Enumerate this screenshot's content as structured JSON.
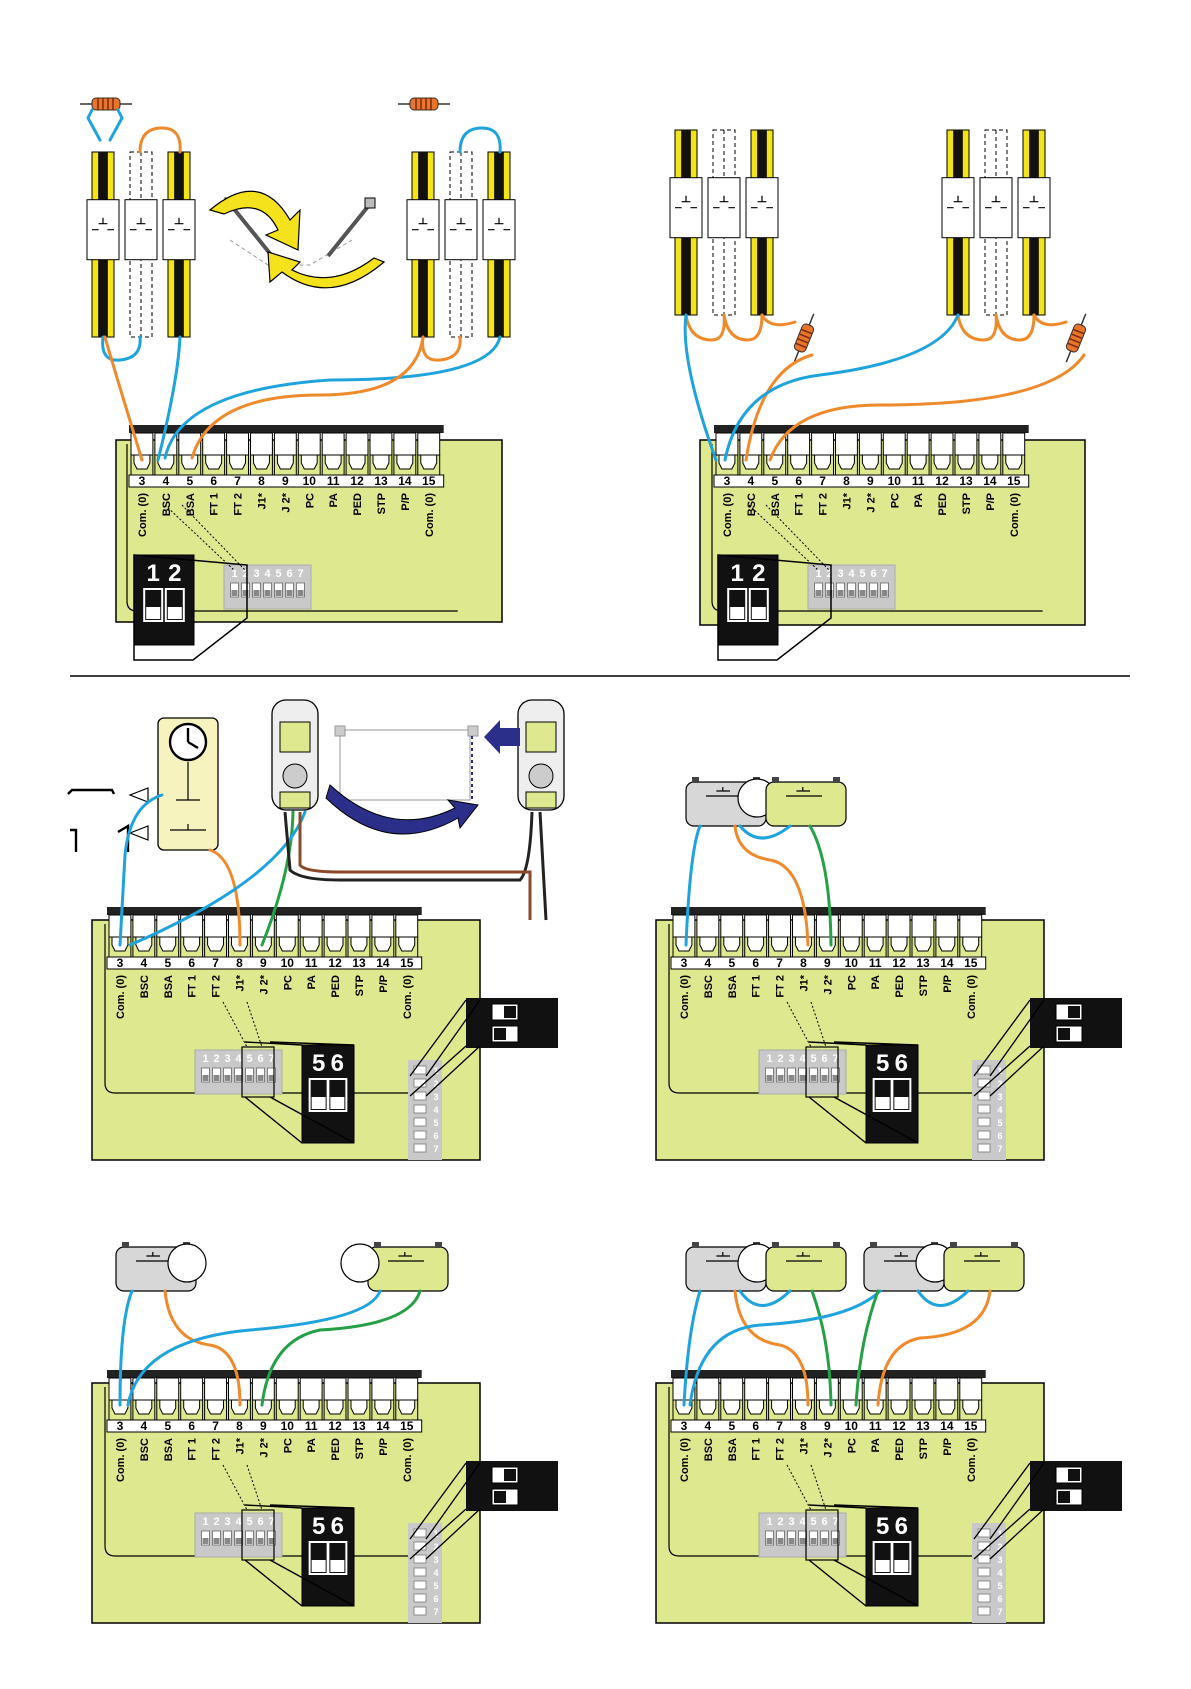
{
  "terminals": {
    "numbers": [
      "3",
      "4",
      "5",
      "6",
      "7",
      "8",
      "9",
      "10",
      "11",
      "12",
      "13",
      "14",
      "15"
    ],
    "labels": [
      "Com. (0)",
      "BSC",
      "BSA",
      "FT 1",
      "FT 2",
      "J1*",
      "J 2*",
      "PC",
      "PA",
      "PED",
      "STP",
      "P/P",
      "Com. (0)"
    ]
  },
  "dip": {
    "top_numbers": [
      "1",
      "2",
      "3",
      "4",
      "5",
      "6",
      "7"
    ],
    "zoom_12": [
      "1",
      "2"
    ],
    "zoom_56": [
      "5",
      "6"
    ],
    "side_numbers": [
      "1",
      "2",
      "3",
      "4",
      "5",
      "6",
      "7"
    ]
  },
  "colors": {
    "board": "#dde88f",
    "safety_yellow": "#f2e418",
    "wire_blue": "#1fa3dc",
    "wire_orange": "#ef8a2c",
    "wire_green": "#26a046",
    "wire_brown": "#8a4a2a",
    "arrow_yellow": "#f3e21c",
    "arrow_navy": "#2b2f8a",
    "photocell_grey": "#d7d7d7",
    "photocell_green": "#dde88f"
  },
  "icons": [
    "resistor-icon",
    "safety-edge-icon",
    "clock-icon",
    "photocell-icon",
    "gate-arc-arrow-icon",
    "slide-arrow-icon",
    "push-button-icon"
  ]
}
